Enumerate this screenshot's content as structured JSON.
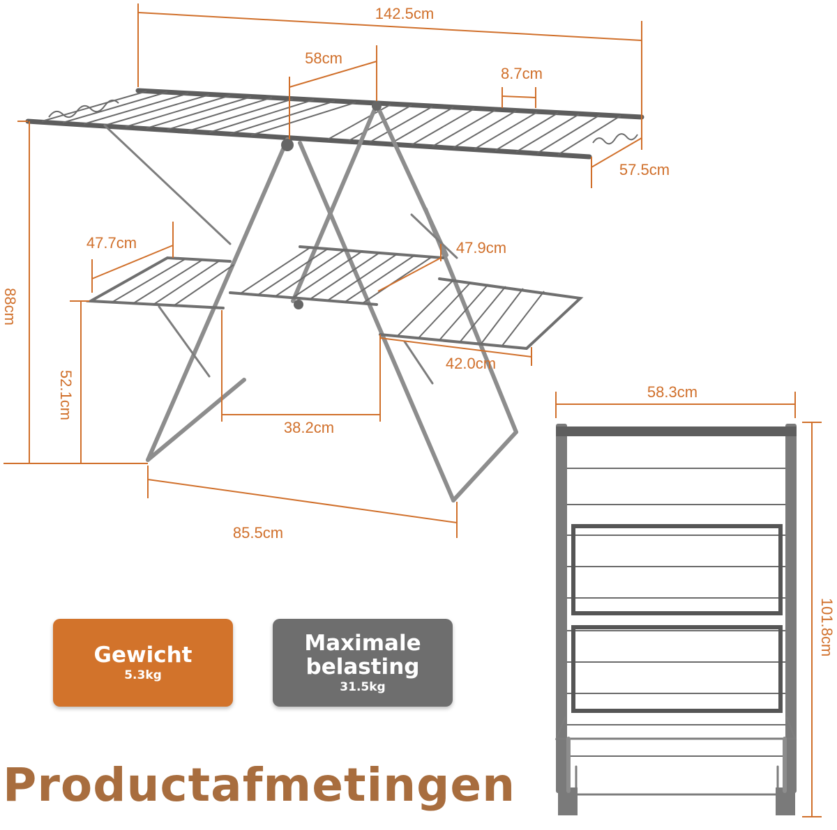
{
  "dimensions": {
    "total_length": "142.5cm",
    "center_width": "58cm",
    "rail_spacing": "8.7cm",
    "top_depth": "57.5cm",
    "height": "88cm",
    "lower_wing_left": "47.7cm",
    "lower_wing_right": "47.9cm",
    "lower_wing_extension": "42.0cm",
    "shelf_height": "52.1cm",
    "inner_base": "38.2cm",
    "base_length": "85.5cm",
    "folded_width": "58.3cm",
    "folded_height": "101.8cm"
  },
  "badges": {
    "weight": {
      "title": "Gewicht",
      "value": "5.3kg",
      "color": "#d2732b"
    },
    "max_load": {
      "title_line1": "Maximale",
      "title_line2": "belasting",
      "value": "31.5kg",
      "color": "#6e6e6e"
    }
  },
  "title": "Productafmetingen",
  "colors": {
    "accent": "#d06f2a",
    "title": "#a86d3e",
    "frame": "#8d8d8d"
  }
}
